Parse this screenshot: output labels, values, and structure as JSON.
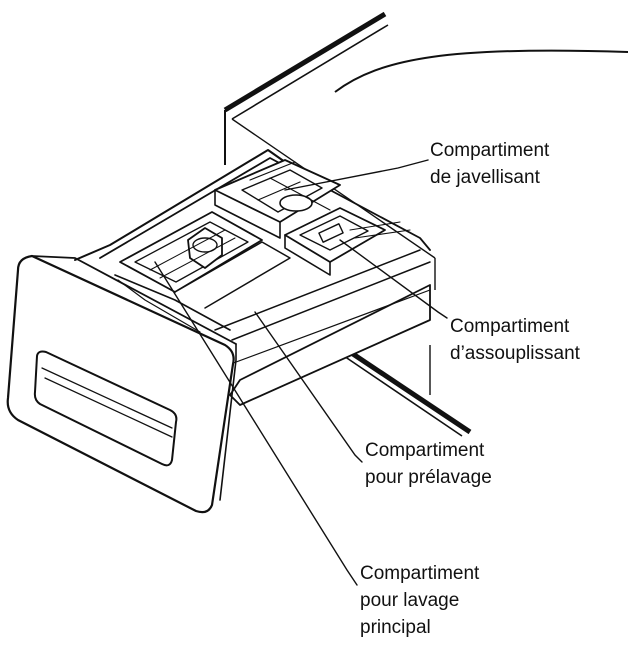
{
  "labels": {
    "bleach": {
      "line1": "Compartiment",
      "line2": "de javellisant"
    },
    "softener": {
      "line1": "Compartiment",
      "line2": "d’assouplissant"
    },
    "prewash": {
      "line1": "Compartiment",
      "line2": "pour prélavage"
    },
    "mainwash": {
      "line1": "Compartiment",
      "line2": "pour lavage",
      "line3": "principal"
    }
  },
  "colors": {
    "ink": "#111111",
    "background": "#ffffff",
    "shade": "#d6d6d6"
  }
}
